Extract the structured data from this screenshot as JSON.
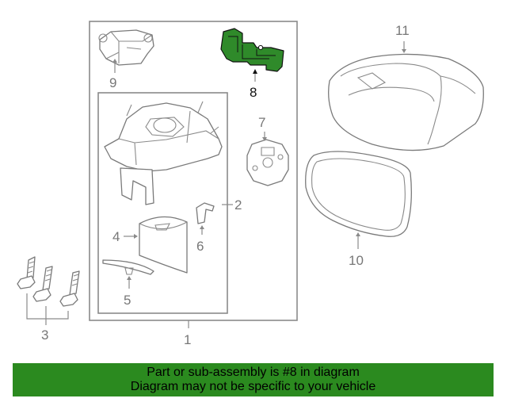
{
  "callouts": {
    "c1": "1",
    "c2": "2",
    "c3": "3",
    "c4": "4",
    "c5": "5",
    "c6": "6",
    "c7": "7",
    "c8": "8",
    "c9": "9",
    "c10": "10",
    "c11": "11"
  },
  "highlighted_part": "8",
  "colors": {
    "highlight": "#2f8a2a",
    "banner": "#2b8a1f",
    "line": "#7a7a7a"
  },
  "banner": {
    "line1": "Part or sub-assembly is #8 in diagram",
    "line2": "Diagram may not be specific to your vehicle"
  }
}
